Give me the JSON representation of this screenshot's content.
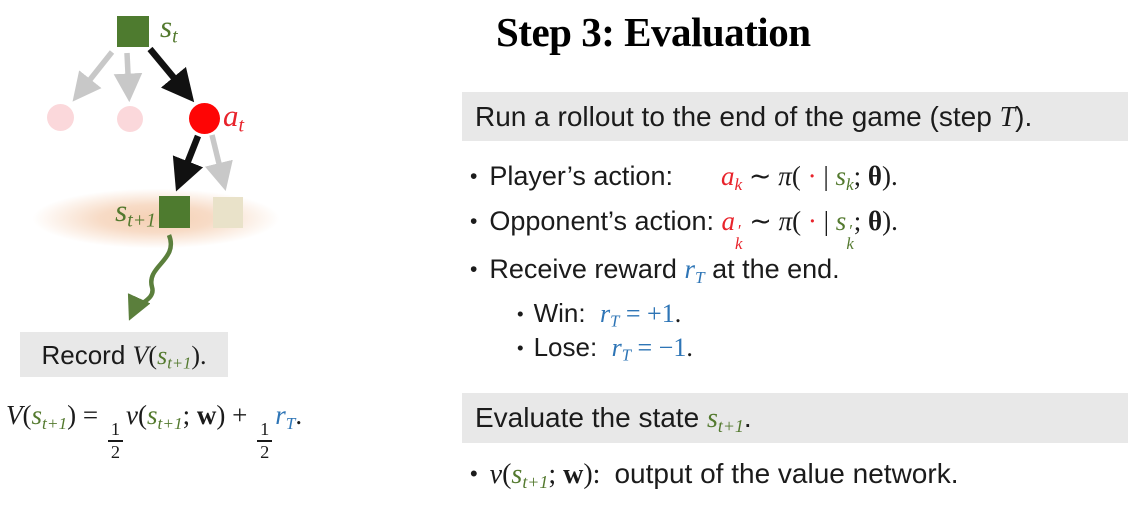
{
  "colors": {
    "ink": "#1b1b1b",
    "boxbg": "#e8e8e8",
    "green": "#4e7b2f",
    "greentext": "#53792e",
    "red": "#e8232b",
    "brightred": "#fe0505",
    "blue": "#2e75b6",
    "pink": "#fbd8db",
    "beige": "#e9e2c9",
    "grayarrow": "#c8c8c8",
    "blackarrow": "#111111",
    "greenarrow": "#5b7f3c",
    "glow": "#f3c7a6"
  },
  "title": "Step 3: Evaluation",
  "bullet_glyph": "•",
  "diagram": {
    "label_st": [
      {
        "t": "s",
        "s": "mi green"
      },
      {
        "t": "t",
        "s": "sub green"
      }
    ],
    "label_at": [
      {
        "t": "a",
        "s": "mi red"
      },
      {
        "t": "t",
        "s": "sub red"
      }
    ],
    "label_st1": [
      {
        "t": "s",
        "s": "mi green"
      },
      {
        "t": "t+1",
        "s": "sub green"
      }
    ],
    "record": [
      {
        "t": "Record ",
        "s": "txt"
      },
      {
        "t": "V",
        "s": "mi"
      },
      {
        "t": "(",
        "s": "up"
      },
      {
        "t": "s",
        "s": "mi green"
      },
      {
        "t": "t+1",
        "s": "sub green"
      },
      {
        "t": ").",
        "s": "up"
      }
    ],
    "formula": [
      {
        "t": "V",
        "s": "mi"
      },
      {
        "t": "(",
        "s": "up"
      },
      {
        "t": "s",
        "s": "mi green"
      },
      {
        "t": "t+1",
        "s": "sub green"
      },
      {
        "t": ") = ",
        "s": "up"
      },
      {
        "num": "1",
        "den": "2"
      },
      {
        "t": "v",
        "s": "mi"
      },
      {
        "t": "(",
        "s": "up"
      },
      {
        "t": "s",
        "s": "mi green"
      },
      {
        "t": "t+1",
        "s": "sub green"
      },
      {
        "t": "; ",
        "s": "up"
      },
      {
        "t": "w",
        "s": "up b"
      },
      {
        "t": ") + ",
        "s": "up"
      },
      {
        "num": "1",
        "den": "2"
      },
      {
        "t": "r",
        "s": "mi blue"
      },
      {
        "t": "T",
        "s": "sub blue"
      },
      {
        "t": ".",
        "s": "up"
      }
    ]
  },
  "right": {
    "rollout_header": [
      {
        "t": "Run a rollout to the end of the game (step ",
        "s": "txt"
      },
      {
        "t": "T",
        "s": "mi"
      },
      {
        "t": ").",
        "s": "txt"
      }
    ],
    "player_label": [
      {
        "t": "Player’s action:",
        "s": "txt"
      },
      {
        "t": "",
        "s": "gap"
      }
    ],
    "player_math": [
      {
        "t": "a",
        "s": "mi red"
      },
      {
        "t": "k",
        "s": "sub red"
      },
      {
        "t": " ∼ ",
        "s": "up"
      },
      {
        "t": "π",
        "s": "mi"
      },
      {
        "t": "(",
        "s": "up"
      },
      {
        "t": " · ",
        "s": "up red"
      },
      {
        "t": "| ",
        "s": "up"
      },
      {
        "t": "s",
        "s": "mi green"
      },
      {
        "t": "k",
        "s": "sub green"
      },
      {
        "t": "; ",
        "s": "up"
      },
      {
        "t": "θ",
        "s": "up b"
      },
      {
        "t": ").",
        "s": "up"
      }
    ],
    "opponent_label": [
      {
        "t": "Opponent’s action: ",
        "s": "txt"
      }
    ],
    "opponent_math": [
      {
        "t": "a",
        "s": "mi red"
      },
      {
        "sup": "′",
        "sub": "k",
        "s": "red"
      },
      {
        "t": " ∼ ",
        "s": "up"
      },
      {
        "t": "π",
        "s": "mi"
      },
      {
        "t": "(",
        "s": "up"
      },
      {
        "t": " · ",
        "s": "up red"
      },
      {
        "t": "| ",
        "s": "up"
      },
      {
        "t": "s",
        "s": "mi green"
      },
      {
        "sup": "′",
        "sub": "k",
        "s": "green"
      },
      {
        "t": "; ",
        "s": "up"
      },
      {
        "t": "θ",
        "s": "up b"
      },
      {
        "t": ").",
        "s": "up"
      }
    ],
    "reward_line": [
      {
        "t": "Receive reward ",
        "s": "txt"
      },
      {
        "t": "r",
        "s": "mi blue"
      },
      {
        "t": "T",
        "s": "sub blue"
      },
      {
        "t": " at the end.",
        "s": "txt"
      }
    ],
    "win_line": [
      {
        "t": "Win:  ",
        "s": "txt"
      },
      {
        "t": "r",
        "s": "mi blue"
      },
      {
        "t": "T",
        "s": "sub blue"
      },
      {
        "t": " = +1",
        "s": "up blue"
      },
      {
        "t": ".",
        "s": "up"
      }
    ],
    "lose_line": [
      {
        "t": "Lose:  ",
        "s": "txt"
      },
      {
        "t": "r",
        "s": "mi blue"
      },
      {
        "t": "T",
        "s": "sub blue"
      },
      {
        "t": " = −1",
        "s": "up blue"
      },
      {
        "t": ".",
        "s": "up"
      }
    ],
    "evaluate_header": [
      {
        "t": "Evaluate the state ",
        "s": "txt"
      },
      {
        "t": "s",
        "s": "mi green"
      },
      {
        "t": "t+1",
        "s": "sub green"
      },
      {
        "t": ".",
        "s": "txt"
      }
    ],
    "value_line": [
      {
        "t": "v",
        "s": "mi"
      },
      {
        "t": "(",
        "s": "up"
      },
      {
        "t": "s",
        "s": "mi green"
      },
      {
        "t": "t+1",
        "s": "sub green"
      },
      {
        "t": "; ",
        "s": "up"
      },
      {
        "t": "w",
        "s": "up b"
      },
      {
        "t": "):  ",
        "s": "up"
      },
      {
        "t": "output of the value network.",
        "s": "txt"
      }
    ]
  }
}
